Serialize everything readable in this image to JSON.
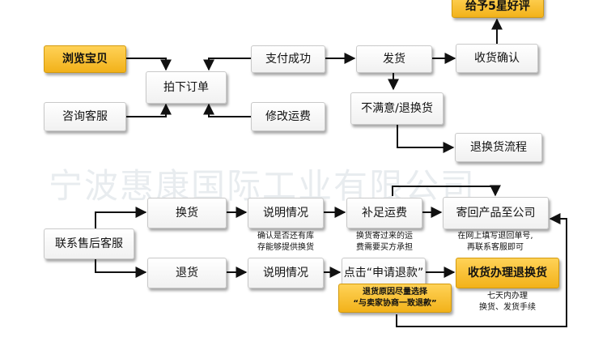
{
  "watermark": "宁波惠康国际工业有限公司",
  "nodes": {
    "give_five_star": "给予5星好评",
    "browse_items": "浏览宝贝",
    "place_order": "拍下订单",
    "payment_success": "支付成功",
    "ship": "发货",
    "confirm_receipt": "收货确认",
    "consult_service": "咨询客服",
    "modify_shipping": "修改运费",
    "unsatisfied_return": "不满意/退换货",
    "return_process": "退换货流程",
    "exchange": "换货",
    "explain_exchange": "说明情况",
    "pay_shipping": "补足运费",
    "send_back": "寄回产品至公司",
    "contact_after_sales": "联系售后客服",
    "refund": "退货",
    "explain_refund": "说明情况",
    "click_apply_refund": "点击“申请退款”",
    "process_return_exchange": "收货办理退换货"
  },
  "notes": {
    "stock_check": [
      "确认是否还有库",
      "存能够提供换货"
    ],
    "shipping_cost": [
      "换货寄过来的运",
      "费需要买方承担"
    ],
    "fill_tracking": [
      "在网上填写退回单号,",
      "再联系客服即可"
    ],
    "refund_reason": [
      "退货原因尽量选择",
      "“与卖家协商一致退款”"
    ],
    "seven_days": [
      "七天内办理",
      "换货、发货手续"
    ]
  },
  "colors": {
    "highlight": "#f2b21a",
    "box": "#f4f4f4",
    "line": "#111111"
  }
}
